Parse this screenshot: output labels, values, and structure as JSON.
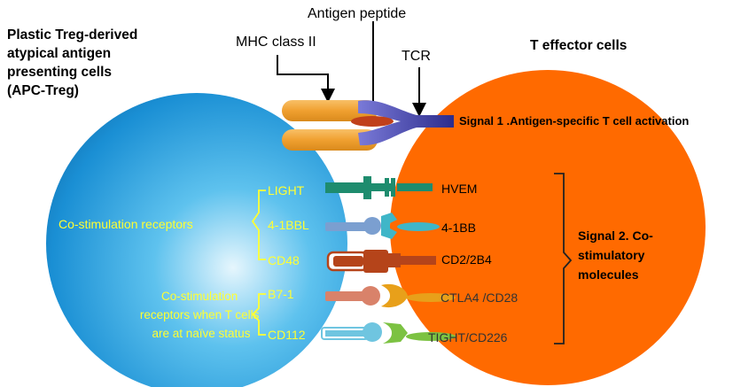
{
  "left_cell": {
    "title_lines": [
      "Plastic Treg-derived",
      "atypical antigen",
      "presenting cells",
      "(APC-Treg)"
    ]
  },
  "right_cell": {
    "title": "T effector cells"
  },
  "top_labels": {
    "antigen": "Antigen peptide",
    "mhc": "MHC class II",
    "tcr": "TCR"
  },
  "signal1": "Signal 1 .Antigen-specific T cell activation",
  "signal2_lines": [
    "Signal 2. Co-",
    "stimulatory",
    "molecules"
  ],
  "costim_receptors": "Co-stimulation  receptors",
  "naive_lines": [
    "Co-stimulation",
    "receptors when T cells",
    "are at naïve status"
  ],
  "ligands": [
    "LIGHT",
    "4-1BBL",
    "CD48",
    "B7-1",
    "CD112"
  ],
  "receptors": [
    "HVEM",
    "4-1BB",
    "CD2/2B4",
    "CTLA4 /CD28",
    "TIGHT/CD226"
  ],
  "colors": {
    "apc_cell": "#1a8fd4",
    "effector_cell": "#ff6a00",
    "label_yellow": "#ffff33",
    "light_hvem": "#1e8c6e",
    "bbl_ligand": "#7b9fd0",
    "bb_receptor": "#3fb6c8",
    "cd48": "#b5441a",
    "b7": "#d9826a",
    "b7_receptor": "#e8a01a",
    "cd112": "#6fc5e0",
    "cd226": "#7cc242",
    "mhc": "#f0a030",
    "tcr": "#4040a0"
  }
}
